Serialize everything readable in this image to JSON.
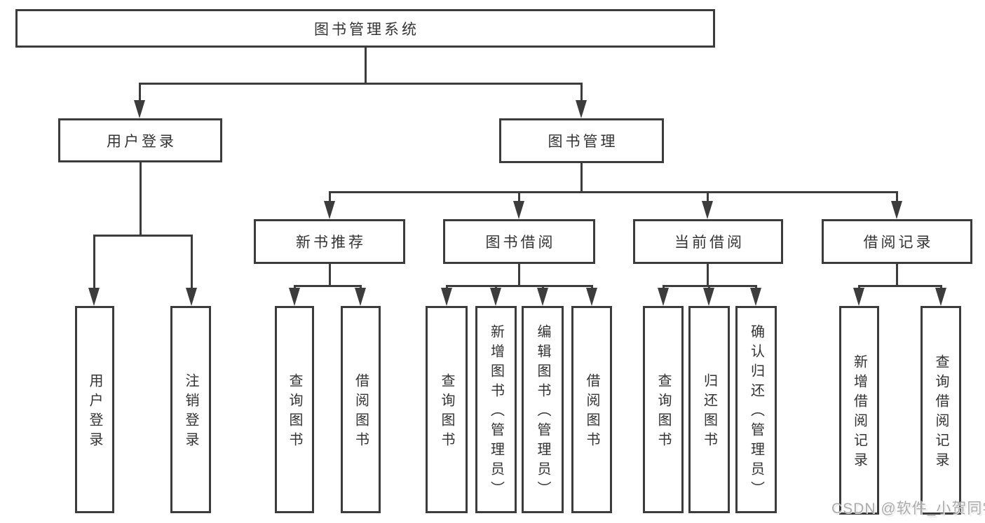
{
  "diagram": {
    "title_note": "functional structure chart",
    "root": {
      "label": "图书管理系统"
    },
    "level2": [
      {
        "label": "用户登录"
      },
      {
        "label": "图书管理"
      }
    ],
    "login_children": [
      {
        "label": "用户登录"
      },
      {
        "label": "注销登录"
      }
    ],
    "level3": [
      {
        "label": "新书推荐"
      },
      {
        "label": "图书借阅"
      },
      {
        "label": "当前借阅"
      },
      {
        "label": "借阅记录"
      }
    ],
    "recommend_children": [
      {
        "label": "查询图书"
      },
      {
        "label": "借阅图书"
      }
    ],
    "borrow_children": [
      {
        "label": "查询图书"
      },
      {
        "label": "新增图书（管理员）"
      },
      {
        "label": "编辑图书（管理员）"
      },
      {
        "label": "借阅图书"
      }
    ],
    "current_children": [
      {
        "label": "查询图书"
      },
      {
        "label": "归还图书"
      },
      {
        "label": "确认归还（管理员）"
      }
    ],
    "record_children": [
      {
        "label": "新增借阅记录"
      },
      {
        "label": "查询借阅记录"
      }
    ]
  },
  "watermark": "CSDN @软件_小贺同学",
  "colors": {
    "line": "#3c3c3c",
    "text": "#333333",
    "background": "#ffffff",
    "watermark": "#ababab"
  }
}
